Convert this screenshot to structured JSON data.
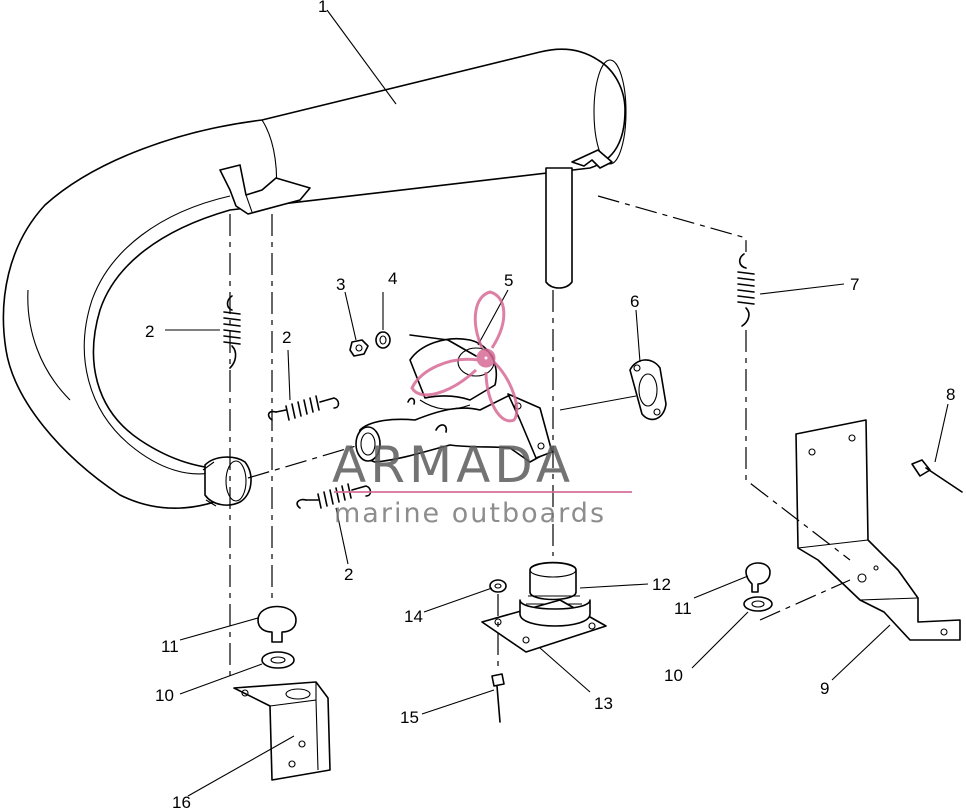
{
  "watermark": {
    "brand": "ARMADA",
    "tagline": "marine outboards",
    "logo_color": "#d86a96",
    "text_color": "#5b5b5b"
  },
  "callouts": [
    {
      "id": "callout-1",
      "text": "1"
    },
    {
      "id": "callout-2a",
      "text": "2"
    },
    {
      "id": "callout-2b",
      "text": "2"
    },
    {
      "id": "callout-2c",
      "text": "2"
    },
    {
      "id": "callout-3",
      "text": "3"
    },
    {
      "id": "callout-4",
      "text": "4"
    },
    {
      "id": "callout-5",
      "text": "5"
    },
    {
      "id": "callout-6",
      "text": "6"
    },
    {
      "id": "callout-7",
      "text": "7"
    },
    {
      "id": "callout-8",
      "text": "8"
    },
    {
      "id": "callout-9",
      "text": "9"
    },
    {
      "id": "callout-10a",
      "text": "10"
    },
    {
      "id": "callout-10b",
      "text": "10"
    },
    {
      "id": "callout-11a",
      "text": "11"
    },
    {
      "id": "callout-11b",
      "text": "11"
    },
    {
      "id": "callout-12",
      "text": "12"
    },
    {
      "id": "callout-13",
      "text": "13"
    },
    {
      "id": "callout-14",
      "text": "14"
    },
    {
      "id": "callout-15",
      "text": "15"
    },
    {
      "id": "callout-16",
      "text": "16"
    }
  ]
}
